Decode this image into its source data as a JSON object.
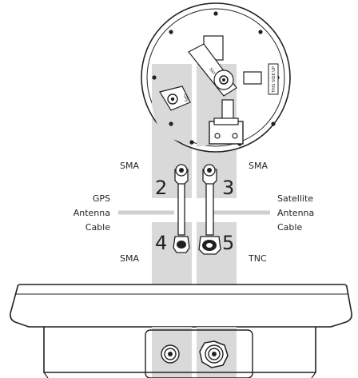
{
  "labels": {
    "sma_top_left": "SMA",
    "sma_top_right": "SMA",
    "sma_bottom_left": "SMA",
    "tnc_bottom_right": "TNC",
    "gps_line1": "GPS",
    "gps_line2": "Antenna",
    "gps_line3": "Cable",
    "sat_line1": "Satellite",
    "sat_line2": "Antenna",
    "sat_line3": "Cable"
  },
  "numbers": {
    "n2": "2",
    "n3": "3",
    "n4": "4",
    "n5": "5"
  },
  "antenna_markings": {
    "gps": "GPS",
    "sat": "SAT",
    "this_side_up": "THIS SIDE UP"
  },
  "colors": {
    "panel_gray": "#d9d9d9",
    "line_gray": "#cfcfcf",
    "ink": "#231f20"
  }
}
